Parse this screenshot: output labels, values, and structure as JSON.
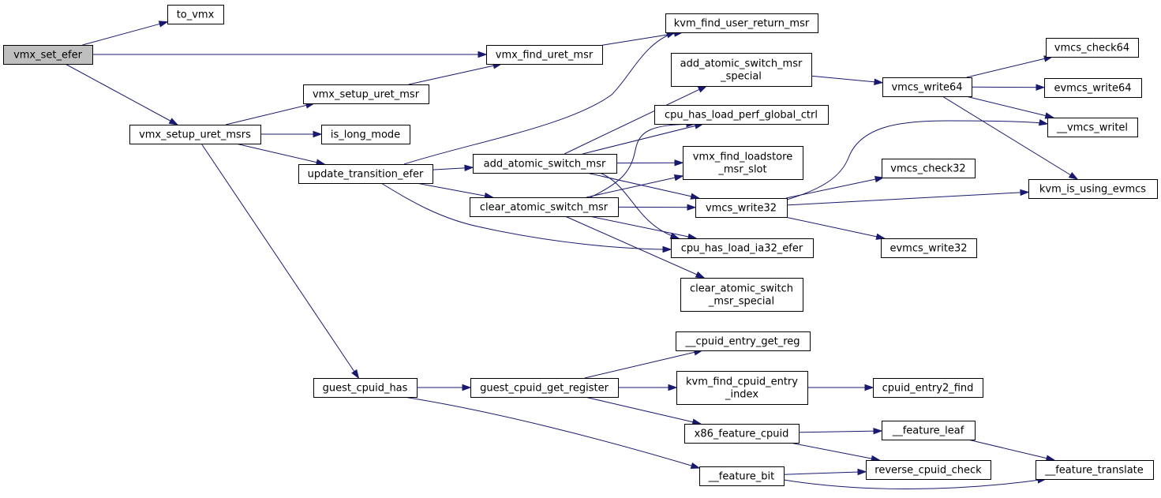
{
  "graph": {
    "root": "vmx_set_efer",
    "line_color": "#191970",
    "root_fill": "#bfbfbf",
    "nodes": [
      {
        "id": "vmx_set_efer",
        "lines": [
          "vmx_set_efer"
        ]
      },
      {
        "id": "to_vmx",
        "lines": [
          "to_vmx"
        ]
      },
      {
        "id": "vmx_find_uret_msr",
        "lines": [
          "vmx_find_uret_msr"
        ]
      },
      {
        "id": "vmx_setup_uret_msrs",
        "lines": [
          "vmx_setup_uret_msrs"
        ]
      },
      {
        "id": "kvm_find_user_return_msr",
        "lines": [
          "kvm_find_user_return_msr"
        ]
      },
      {
        "id": "vmx_setup_uret_msr",
        "lines": [
          "vmx_setup_uret_msr"
        ]
      },
      {
        "id": "is_long_mode",
        "lines": [
          "is_long_mode"
        ]
      },
      {
        "id": "update_transition_efer",
        "lines": [
          "update_transition_efer"
        ]
      },
      {
        "id": "guest_cpuid_has",
        "lines": [
          "guest_cpuid_has"
        ]
      },
      {
        "id": "add_atomic_switch_msr_special",
        "lines": [
          "add_atomic_switch_msr",
          "_special"
        ]
      },
      {
        "id": "cpu_has_load_perf_global_ctrl",
        "lines": [
          "cpu_has_load_perf_global_ctrl"
        ]
      },
      {
        "id": "add_atomic_switch_msr",
        "lines": [
          "add_atomic_switch_msr"
        ]
      },
      {
        "id": "vmx_find_loadstore_msr_slot",
        "lines": [
          "vmx_find_loadstore",
          "_msr_slot"
        ]
      },
      {
        "id": "clear_atomic_switch_msr",
        "lines": [
          "clear_atomic_switch_msr"
        ]
      },
      {
        "id": "vmcs_write32",
        "lines": [
          "vmcs_write32"
        ]
      },
      {
        "id": "cpu_has_load_ia32_efer",
        "lines": [
          "cpu_has_load_ia32_efer"
        ]
      },
      {
        "id": "clear_atomic_switch_msr_special",
        "lines": [
          "clear_atomic_switch",
          "_msr_special"
        ]
      },
      {
        "id": "vmcs_write64",
        "lines": [
          "vmcs_write64"
        ]
      },
      {
        "id": "vmcs_check64",
        "lines": [
          "vmcs_check64"
        ]
      },
      {
        "id": "evmcs_write64",
        "lines": [
          "evmcs_write64"
        ]
      },
      {
        "id": "__vmcs_writel",
        "lines": [
          "__vmcs_writel"
        ]
      },
      {
        "id": "kvm_is_using_evmcs",
        "lines": [
          "kvm_is_using_evmcs"
        ]
      },
      {
        "id": "vmcs_check32",
        "lines": [
          "vmcs_check32"
        ]
      },
      {
        "id": "evmcs_write32",
        "lines": [
          "evmcs_write32"
        ]
      },
      {
        "id": "__cpuid_entry_get_reg",
        "lines": [
          "__cpuid_entry_get_reg"
        ]
      },
      {
        "id": "guest_cpuid_get_register",
        "lines": [
          "guest_cpuid_get_register"
        ]
      },
      {
        "id": "kvm_find_cpuid_entry_index",
        "lines": [
          "kvm_find_cpuid_entry",
          "_index"
        ]
      },
      {
        "id": "cpuid_entry2_find",
        "lines": [
          "cpuid_entry2_find"
        ]
      },
      {
        "id": "x86_feature_cpuid",
        "lines": [
          "x86_feature_cpuid"
        ]
      },
      {
        "id": "__feature_leaf",
        "lines": [
          "__feature_leaf"
        ]
      },
      {
        "id": "__feature_bit",
        "lines": [
          "__feature_bit"
        ]
      },
      {
        "id": "reverse_cpuid_check",
        "lines": [
          "reverse_cpuid_check"
        ]
      },
      {
        "id": "__feature_translate",
        "lines": [
          "__feature_translate"
        ]
      }
    ],
    "edges": [
      {
        "from": "vmx_set_efer",
        "to": "to_vmx"
      },
      {
        "from": "vmx_set_efer",
        "to": "vmx_find_uret_msr"
      },
      {
        "from": "vmx_set_efer",
        "to": "vmx_setup_uret_msrs"
      },
      {
        "from": "vmx_find_uret_msr",
        "to": "kvm_find_user_return_msr"
      },
      {
        "from": "vmx_setup_uret_msrs",
        "to": "vmx_setup_uret_msr"
      },
      {
        "from": "vmx_setup_uret_msrs",
        "to": "is_long_mode"
      },
      {
        "from": "vmx_setup_uret_msrs",
        "to": "update_transition_efer"
      },
      {
        "from": "vmx_setup_uret_msrs",
        "to": "guest_cpuid_has"
      },
      {
        "from": "vmx_setup_uret_msr",
        "to": "vmx_find_uret_msr"
      },
      {
        "from": "update_transition_efer",
        "to": "kvm_find_user_return_msr"
      },
      {
        "from": "update_transition_efer",
        "to": "add_atomic_switch_msr"
      },
      {
        "from": "update_transition_efer",
        "to": "clear_atomic_switch_msr"
      },
      {
        "from": "update_transition_efer",
        "to": "cpu_has_load_ia32_efer"
      },
      {
        "from": "add_atomic_switch_msr",
        "to": "add_atomic_switch_msr_special"
      },
      {
        "from": "add_atomic_switch_msr",
        "to": "cpu_has_load_perf_global_ctrl"
      },
      {
        "from": "add_atomic_switch_msr",
        "to": "vmx_find_loadstore_msr_slot"
      },
      {
        "from": "add_atomic_switch_msr",
        "to": "vmcs_write32"
      },
      {
        "from": "add_atomic_switch_msr",
        "to": "cpu_has_load_ia32_efer"
      },
      {
        "from": "clear_atomic_switch_msr",
        "to": "cpu_has_load_perf_global_ctrl"
      },
      {
        "from": "clear_atomic_switch_msr",
        "to": "vmx_find_loadstore_msr_slot"
      },
      {
        "from": "clear_atomic_switch_msr",
        "to": "vmcs_write32"
      },
      {
        "from": "clear_atomic_switch_msr",
        "to": "cpu_has_load_ia32_efer"
      },
      {
        "from": "clear_atomic_switch_msr",
        "to": "clear_atomic_switch_msr_special"
      },
      {
        "from": "add_atomic_switch_msr_special",
        "to": "vmcs_write64"
      },
      {
        "from": "vmcs_write64",
        "to": "vmcs_check64"
      },
      {
        "from": "vmcs_write64",
        "to": "evmcs_write64"
      },
      {
        "from": "vmcs_write64",
        "to": "__vmcs_writel"
      },
      {
        "from": "vmcs_write64",
        "to": "kvm_is_using_evmcs"
      },
      {
        "from": "vmcs_write32",
        "to": "__vmcs_writel"
      },
      {
        "from": "vmcs_write32",
        "to": "vmcs_check32"
      },
      {
        "from": "vmcs_write32",
        "to": "kvm_is_using_evmcs"
      },
      {
        "from": "vmcs_write32",
        "to": "evmcs_write32"
      },
      {
        "from": "guest_cpuid_has",
        "to": "guest_cpuid_get_register"
      },
      {
        "from": "guest_cpuid_has",
        "to": "__feature_bit"
      },
      {
        "from": "guest_cpuid_get_register",
        "to": "__cpuid_entry_get_reg"
      },
      {
        "from": "guest_cpuid_get_register",
        "to": "kvm_find_cpuid_entry_index"
      },
      {
        "from": "guest_cpuid_get_register",
        "to": "x86_feature_cpuid"
      },
      {
        "from": "kvm_find_cpuid_entry_index",
        "to": "cpuid_entry2_find"
      },
      {
        "from": "x86_feature_cpuid",
        "to": "__feature_leaf"
      },
      {
        "from": "x86_feature_cpuid",
        "to": "reverse_cpuid_check"
      },
      {
        "from": "__feature_leaf",
        "to": "__feature_translate"
      },
      {
        "from": "__feature_bit",
        "to": "reverse_cpuid_check"
      },
      {
        "from": "__feature_bit",
        "to": "__feature_translate"
      }
    ]
  }
}
